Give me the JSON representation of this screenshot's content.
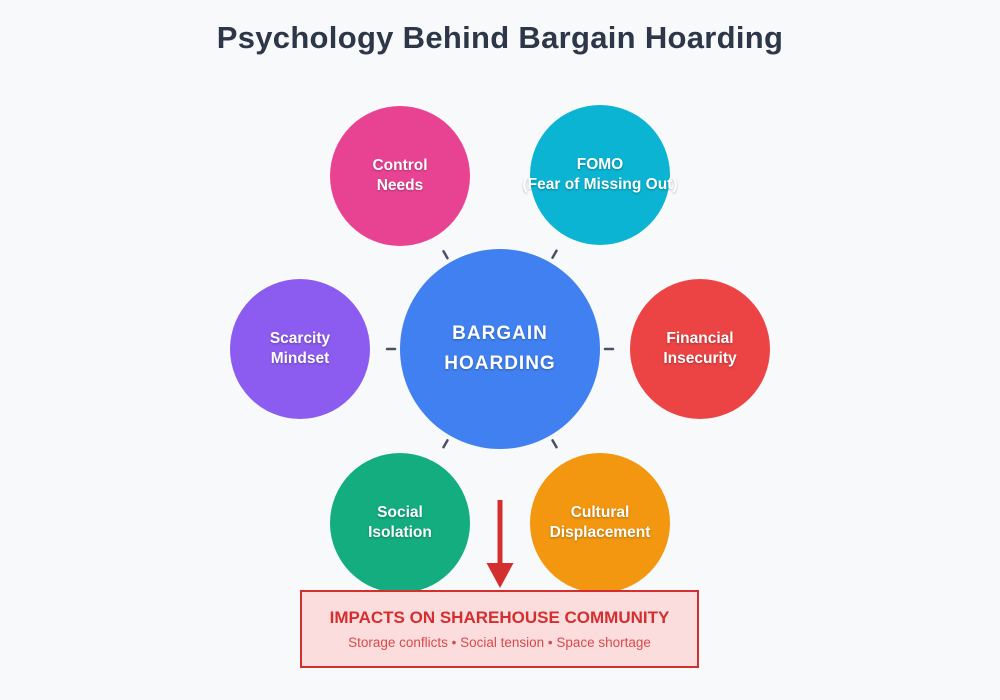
{
  "title": "Psychology Behind Bargain Hoarding",
  "diagram": {
    "center": {
      "lines": [
        "BARGAIN",
        "HOARDING"
      ],
      "color": "#4080f0"
    },
    "factors": [
      {
        "id": "control-needs",
        "lines": [
          "Control",
          "Needs"
        ],
        "color": "#e84393"
      },
      {
        "id": "fomo",
        "lines": [
          "FOMO",
          "(Fear of Missing Out)"
        ],
        "color": "#0ab4d2"
      },
      {
        "id": "scarcity-mindset",
        "lines": [
          "Scarcity",
          "Mindset"
        ],
        "color": "#8c5cf0"
      },
      {
        "id": "financial-insecurity",
        "lines": [
          "Financial",
          "Insecurity"
        ],
        "color": "#ec4444"
      },
      {
        "id": "social-isolation",
        "lines": [
          "Social",
          "Isolation"
        ],
        "color": "#13ad80"
      },
      {
        "id": "cultural-displacement",
        "lines": [
          "Cultural",
          "Displacement"
        ],
        "color": "#f2970f"
      }
    ],
    "connector_color": "#485264",
    "arrow_color": "#d32f2f",
    "impact_box": {
      "title": "IMPACTS ON SHAREHOUSE COMMUNITY",
      "subtitle": "Storage conflicts • Social tension • Space shortage",
      "title_color": "#d32f2f",
      "subtitle_color": "#d84a4a",
      "border_color": "#d32f2f",
      "background": "#fbdddd"
    }
  }
}
